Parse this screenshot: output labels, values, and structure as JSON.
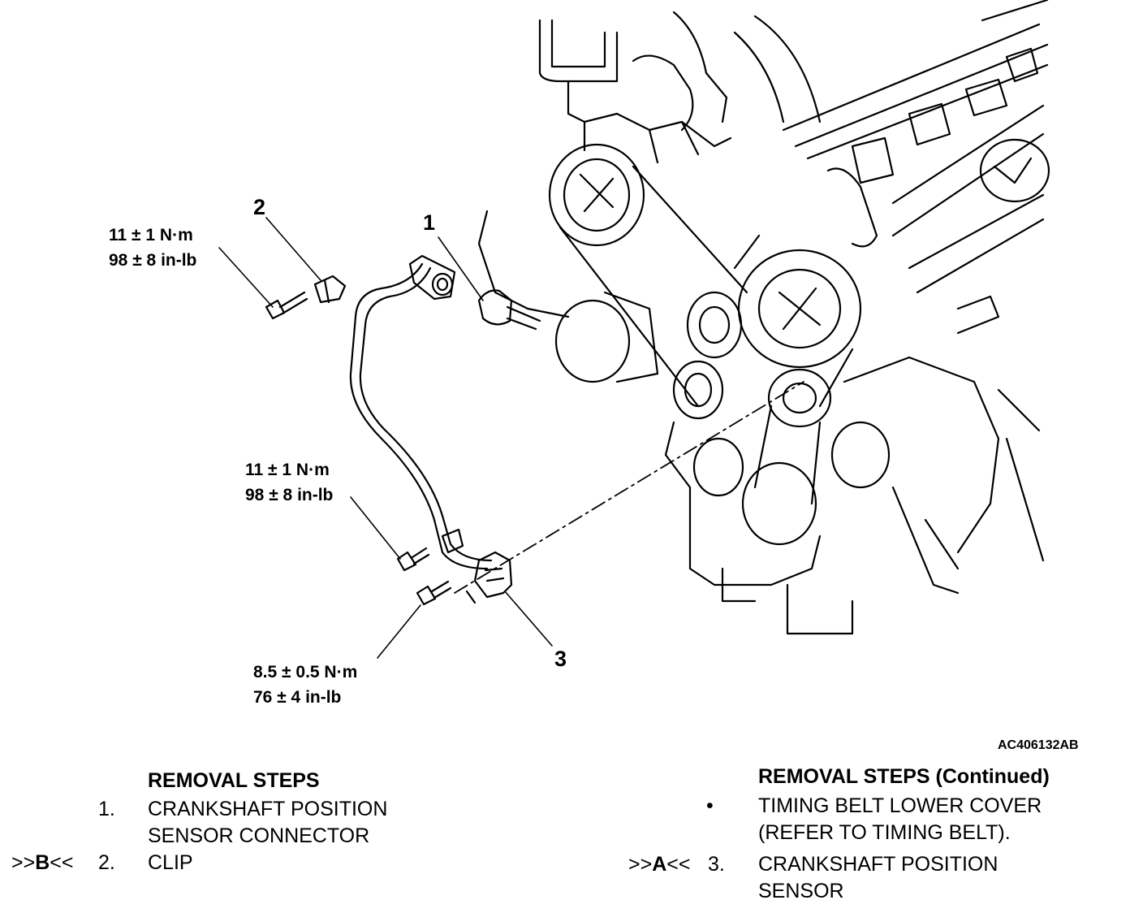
{
  "callouts": {
    "c1": "1",
    "c2": "2",
    "c3": "3"
  },
  "torque": {
    "clip_bolt": {
      "nm": "11 ± 1 N·m",
      "inlb": "98 ± 8 in-lb"
    },
    "bracket_bolt": {
      "nm": "11 ± 1 N·m",
      "inlb": "98 ± 8 in-lb"
    },
    "sensor_bolt": {
      "nm": "8.5 ± 0.5 N·m",
      "inlb": "76 ± 4 in-lb"
    }
  },
  "figure_code": "AC406132AB",
  "removal_steps": {
    "title": "REMOVAL STEPS",
    "steps": [
      {
        "mark_pre": "",
        "mark_letter": "",
        "mark_post": "",
        "num": "1.",
        "text": "CRANKSHAFT POSITION\nSENSOR CONNECTOR"
      },
      {
        "mark_pre": ">>",
        "mark_letter": "B",
        "mark_post": "<<",
        "num": "2.",
        "text": "CLIP"
      }
    ]
  },
  "removal_steps_continued": {
    "title": "REMOVAL STEPS (Continued)",
    "steps": [
      {
        "mark_pre": "",
        "mark_letter": "",
        "mark_post": "",
        "num": "•",
        "text": "TIMING BELT LOWER COVER\n(REFER TO TIMING BELT)."
      },
      {
        "mark_pre": ">>",
        "mark_letter": "A",
        "mark_post": "<<",
        "num": "3.",
        "text": "CRANKSHAFT POSITION\nSENSOR"
      }
    ]
  }
}
